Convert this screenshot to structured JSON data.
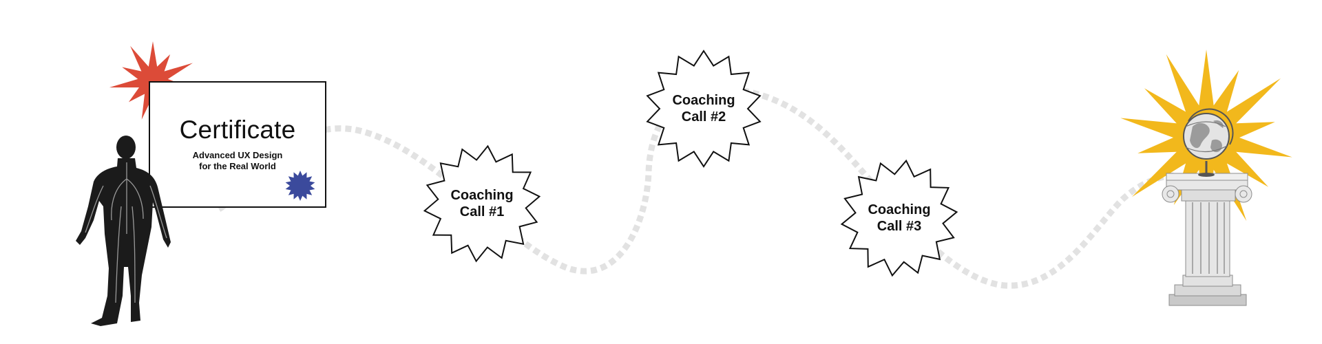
{
  "certificate": {
    "title": "Certificate",
    "subtitle_line1": "Advanced UX Design",
    "subtitle_line2": "for the Real World"
  },
  "calls": [
    {
      "line1": "Coaching",
      "line2": "Call #1"
    },
    {
      "line1": "Coaching",
      "line2": "Call #2"
    },
    {
      "line1": "Coaching",
      "line2": "Call #3"
    }
  ],
  "colors": {
    "red_burst": "#dc4b38",
    "blue_seal": "#3b4a9c",
    "gold_burst": "#f2b81c",
    "path": "#e2e2e2",
    "ink": "#111111"
  },
  "icons": {
    "figure": "anatomical-figure-icon",
    "trophy": "globe-on-column-icon"
  }
}
